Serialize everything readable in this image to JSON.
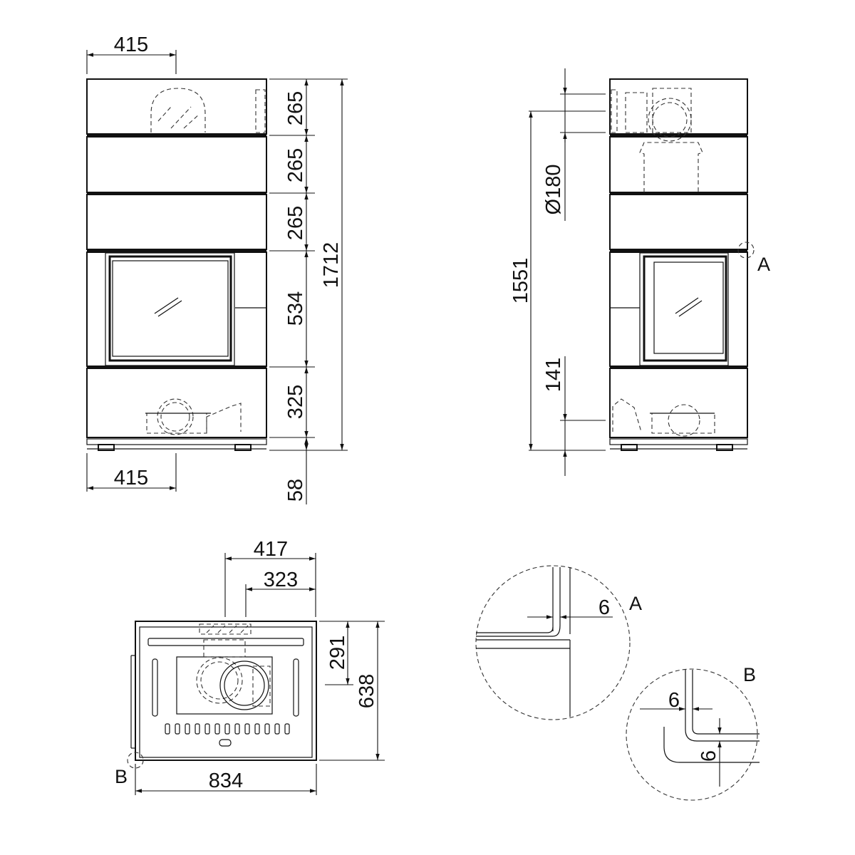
{
  "front_view": {
    "top_width": "415",
    "bottom_width": "415",
    "seg1": "265",
    "seg2": "265",
    "seg3": "265",
    "seg4": "534",
    "seg5": "325",
    "foot": "58",
    "total_height": "1712"
  },
  "side_view": {
    "diameter": "Ø180",
    "height": "1551",
    "bottom": "141",
    "detail_a_ref": "A"
  },
  "top_view": {
    "width1": "417",
    "width2": "323",
    "depth1": "291",
    "depth2": "638",
    "total_width": "834",
    "detail_b_ref": "B"
  },
  "detail_a": {
    "label": "A",
    "dim": "6"
  },
  "detail_b": {
    "label": "B",
    "dim_h": "6",
    "dim_v": "6"
  }
}
